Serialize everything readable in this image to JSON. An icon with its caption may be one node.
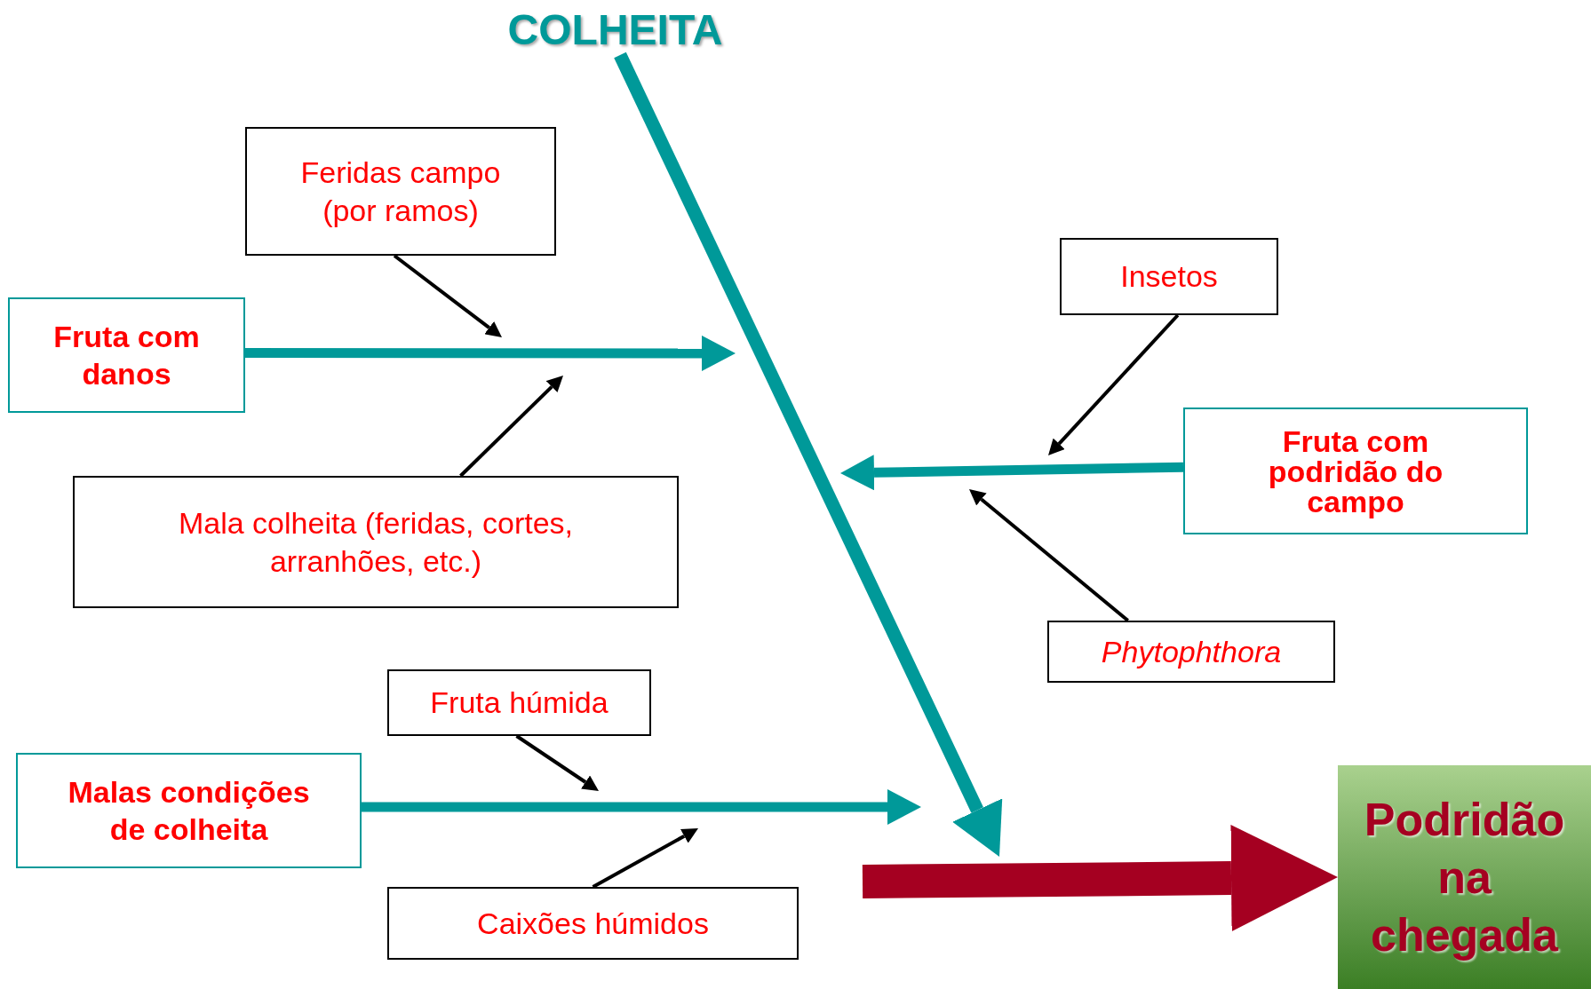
{
  "diagram": {
    "nodes": [
      {
        "text": [
          "COLHEITA"
        ]
      },
      {
        "text": [
          "Feridas campo (por ramos)"
        ]
      },
      {
        "text": [
          "Fruta com danos"
        ]
      },
      {
        "text": [
          "Mala colheita (feridas, cortes, arranhões, etc.)"
        ]
      },
      {
        "text": [
          "Insetos"
        ]
      },
      {
        "text": [
          "Fruta com podridão do campo"
        ]
      },
      {
        "text": [
          "Phytophthora"
        ]
      },
      {
        "text": [
          "Fruta húmida"
        ]
      },
      {
        "text": [
          "Malas condições de colheita"
        ]
      },
      {
        "text": [
          "Caixões húmidos"
        ]
      },
      {
        "text": [
          "Podridão na chegada"
        ]
      }
    ],
    "edges": [
      {
        "from": 0,
        "to": null,
        "arrow": "to",
        "style": "thick",
        "color": "#009999"
      },
      {
        "from": 2,
        "to": null,
        "arrow": "to",
        "style": "thick",
        "color": "#009999"
      },
      {
        "from": 1,
        "to": null,
        "arrow": "to"
      },
      {
        "from": 3,
        "to": null,
        "arrow": "to"
      },
      {
        "from": 5,
        "to": null,
        "arrow": "to",
        "style": "thick",
        "color": "#009999"
      },
      {
        "from": 4,
        "to": null,
        "arrow": "to"
      },
      {
        "from": 6,
        "to": null,
        "arrow": "to"
      },
      {
        "from": 8,
        "to": null,
        "arrow": "to",
        "style": "thick",
        "color": "#009999"
      },
      {
        "from": 7,
        "to": null,
        "arrow": "to"
      },
      {
        "from": 9,
        "to": null,
        "arrow": "to"
      },
      {
        "from": null,
        "to": 10,
        "arrow": "to",
        "style": "thick",
        "color": "#a50021"
      }
    ]
  }
}
